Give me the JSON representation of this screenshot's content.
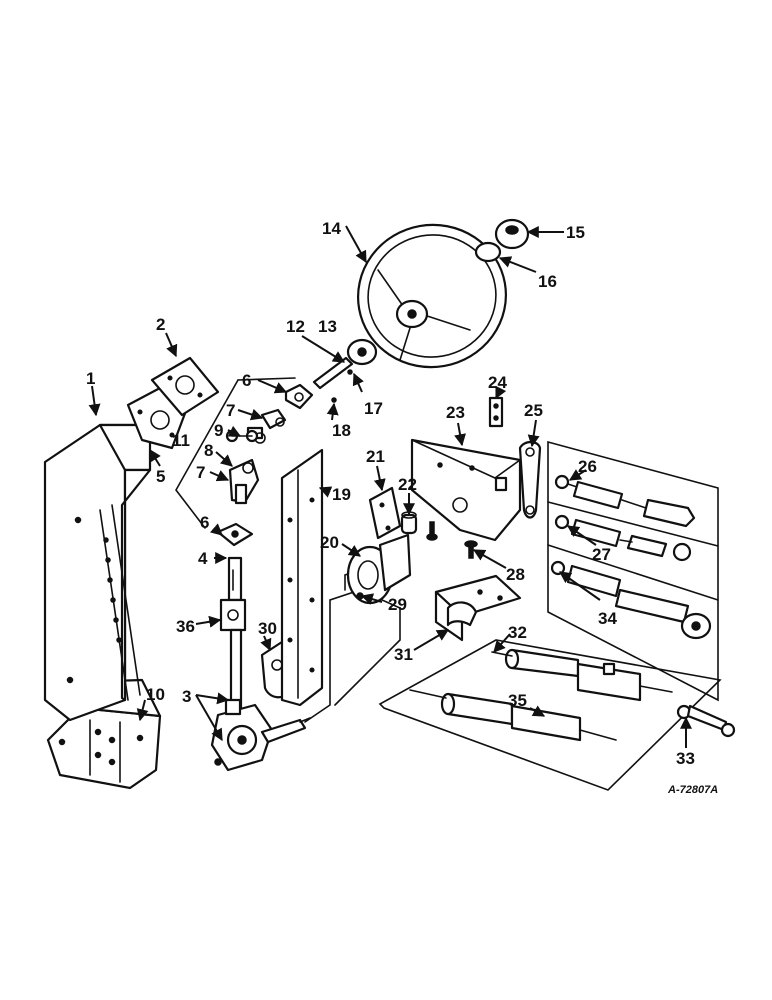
{
  "drawing_number": "A-72807A",
  "callouts": {
    "c1": "1",
    "c2": "2",
    "c3": "3",
    "c4": "4",
    "c5": "5",
    "c6a": "6",
    "c6b": "6",
    "c7a": "7",
    "c7b": "7",
    "c8": "8",
    "c9": "9",
    "c10": "10",
    "c11": "11",
    "c12": "12",
    "c13": "13",
    "c14": "14",
    "c15": "15",
    "c16": "16",
    "c17": "17",
    "c18": "18",
    "c19": "19",
    "c20": "20",
    "c21": "21",
    "c22": "22",
    "c23": "23",
    "c24": "24",
    "c25": "25",
    "c26": "26",
    "c27": "27",
    "c28": "28",
    "c29": "29",
    "c30": "30",
    "c31": "31",
    "c32": "32",
    "c33": "33",
    "c34": "34",
    "c35": "35",
    "c36": "36"
  },
  "colors": {
    "ink": "#111111",
    "paper": "#ffffff"
  }
}
